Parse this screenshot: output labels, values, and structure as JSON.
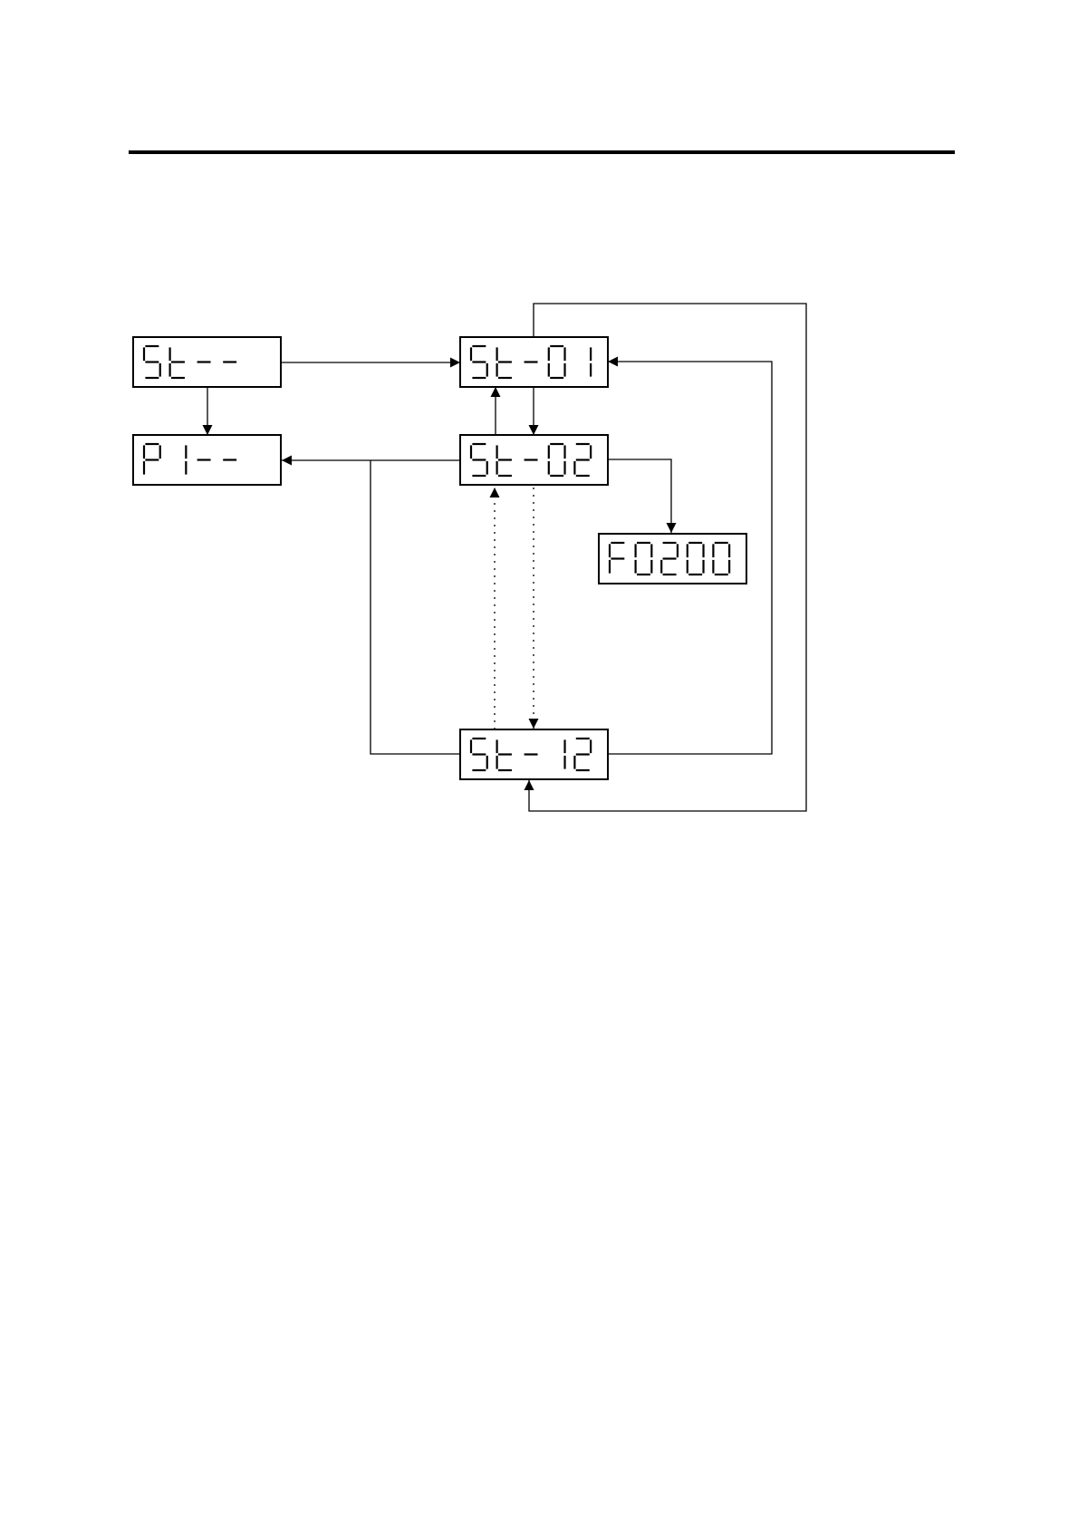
{
  "colors": {
    "ink": "#000000",
    "background": "#ffffff"
  },
  "displays": [
    {
      "id": "st-root",
      "text": "St--"
    },
    {
      "id": "p1-root",
      "text": "P1--"
    },
    {
      "id": "st-01",
      "text": "St-01"
    },
    {
      "id": "st-02",
      "text": "St-02"
    },
    {
      "id": "f0200",
      "text": "F0200"
    },
    {
      "id": "st-12",
      "text": "St-12"
    }
  ]
}
